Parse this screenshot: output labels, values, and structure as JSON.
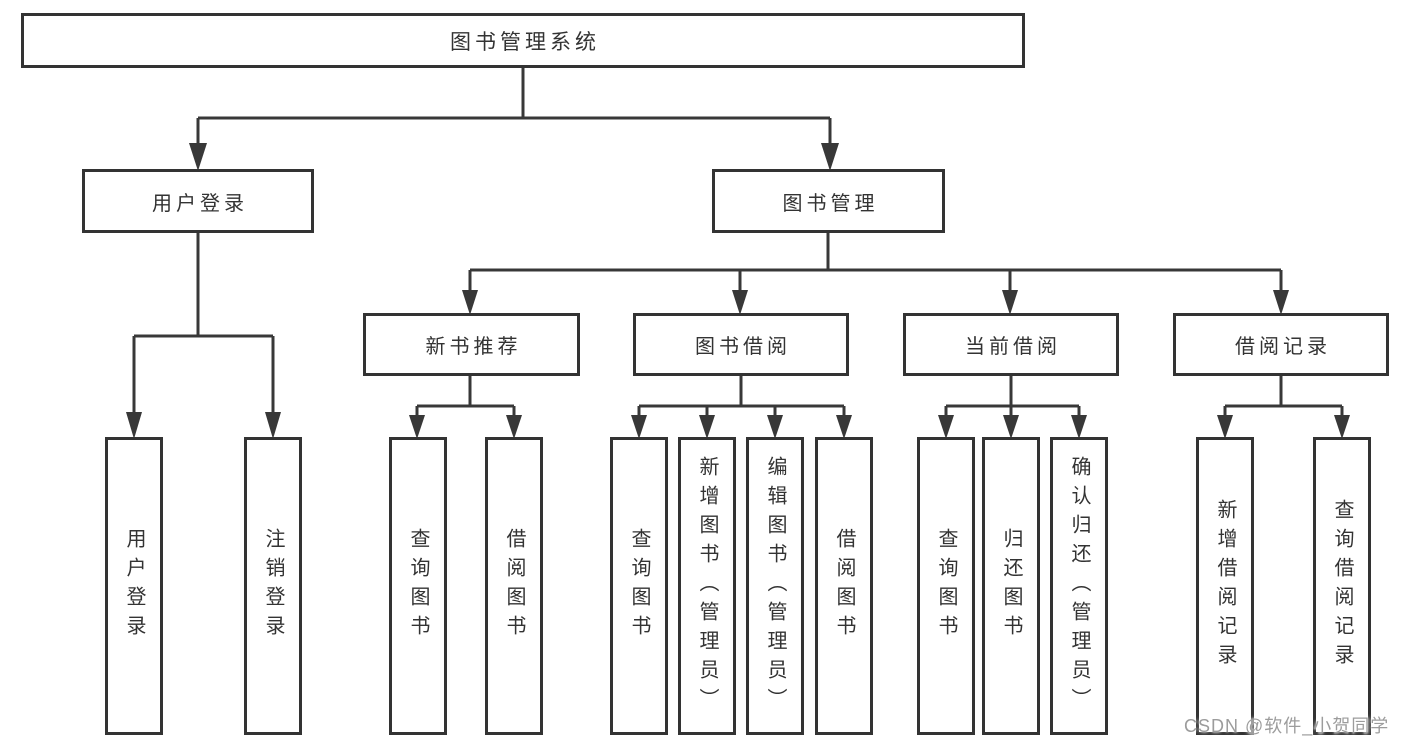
{
  "tree": {
    "root_label": "图书管理系统",
    "branches": [
      {
        "label": "用户登录",
        "children": [
          "用户登录",
          "注销登录"
        ]
      },
      {
        "label": "图书管理",
        "groups": [
          {
            "label": "新书推荐",
            "children": [
              "查询图书",
              "借阅图书"
            ]
          },
          {
            "label": "图书借阅",
            "children": [
              "查询图书",
              "新增图书（管理员）",
              "编辑图书（管理员）",
              "借阅图书"
            ]
          },
          {
            "label": "当前借阅",
            "children": [
              "查询图书",
              "归还图书",
              "确认归还（管理员）"
            ]
          },
          {
            "label": "借阅记录",
            "children": [
              "新增借阅记录",
              "查询借阅记录"
            ]
          }
        ]
      }
    ]
  },
  "watermark": {
    "text": "CSDN @软件_小贺同学"
  },
  "colors": {
    "line": "#383838",
    "border": "#333333",
    "fill": "#ffffff",
    "text": "#333333",
    "watermark": "#9c9c9c"
  }
}
